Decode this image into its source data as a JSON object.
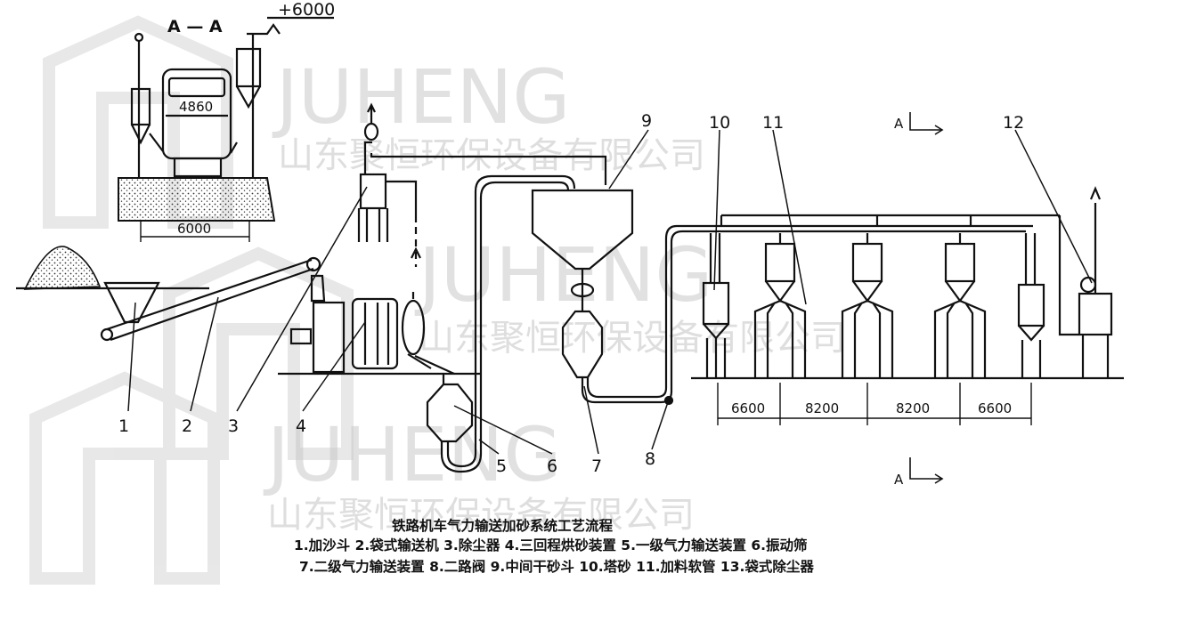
{
  "watermark": {
    "brand": "JUHENG",
    "company": "山东聚恒环保设备有限公司"
  },
  "section_view": {
    "title": "A — A",
    "elevation": "+6000",
    "width_top": "4860",
    "width_bottom": "6000"
  },
  "section_markers": {
    "top": "A",
    "bottom": "A"
  },
  "callouts": [
    "1",
    "2",
    "3",
    "4",
    "5",
    "6",
    "7",
    "8",
    "9",
    "10",
    "11",
    "12"
  ],
  "spacing": [
    "6600",
    "8200",
    "8200",
    "6600"
  ],
  "caption": {
    "title": "铁路机车气力输送加砂系统工艺流程",
    "line1": "1.加沙斗  2.袋式输送机  3.除尘器  4.三回程烘砂装置  5.一级气力输送装置  6.振动筛",
    "line2": "7.二级气力输送装置  8.二路阀  9.中间干砂斗  10.塔砂  11.加料软管  13.袋式除尘器"
  }
}
